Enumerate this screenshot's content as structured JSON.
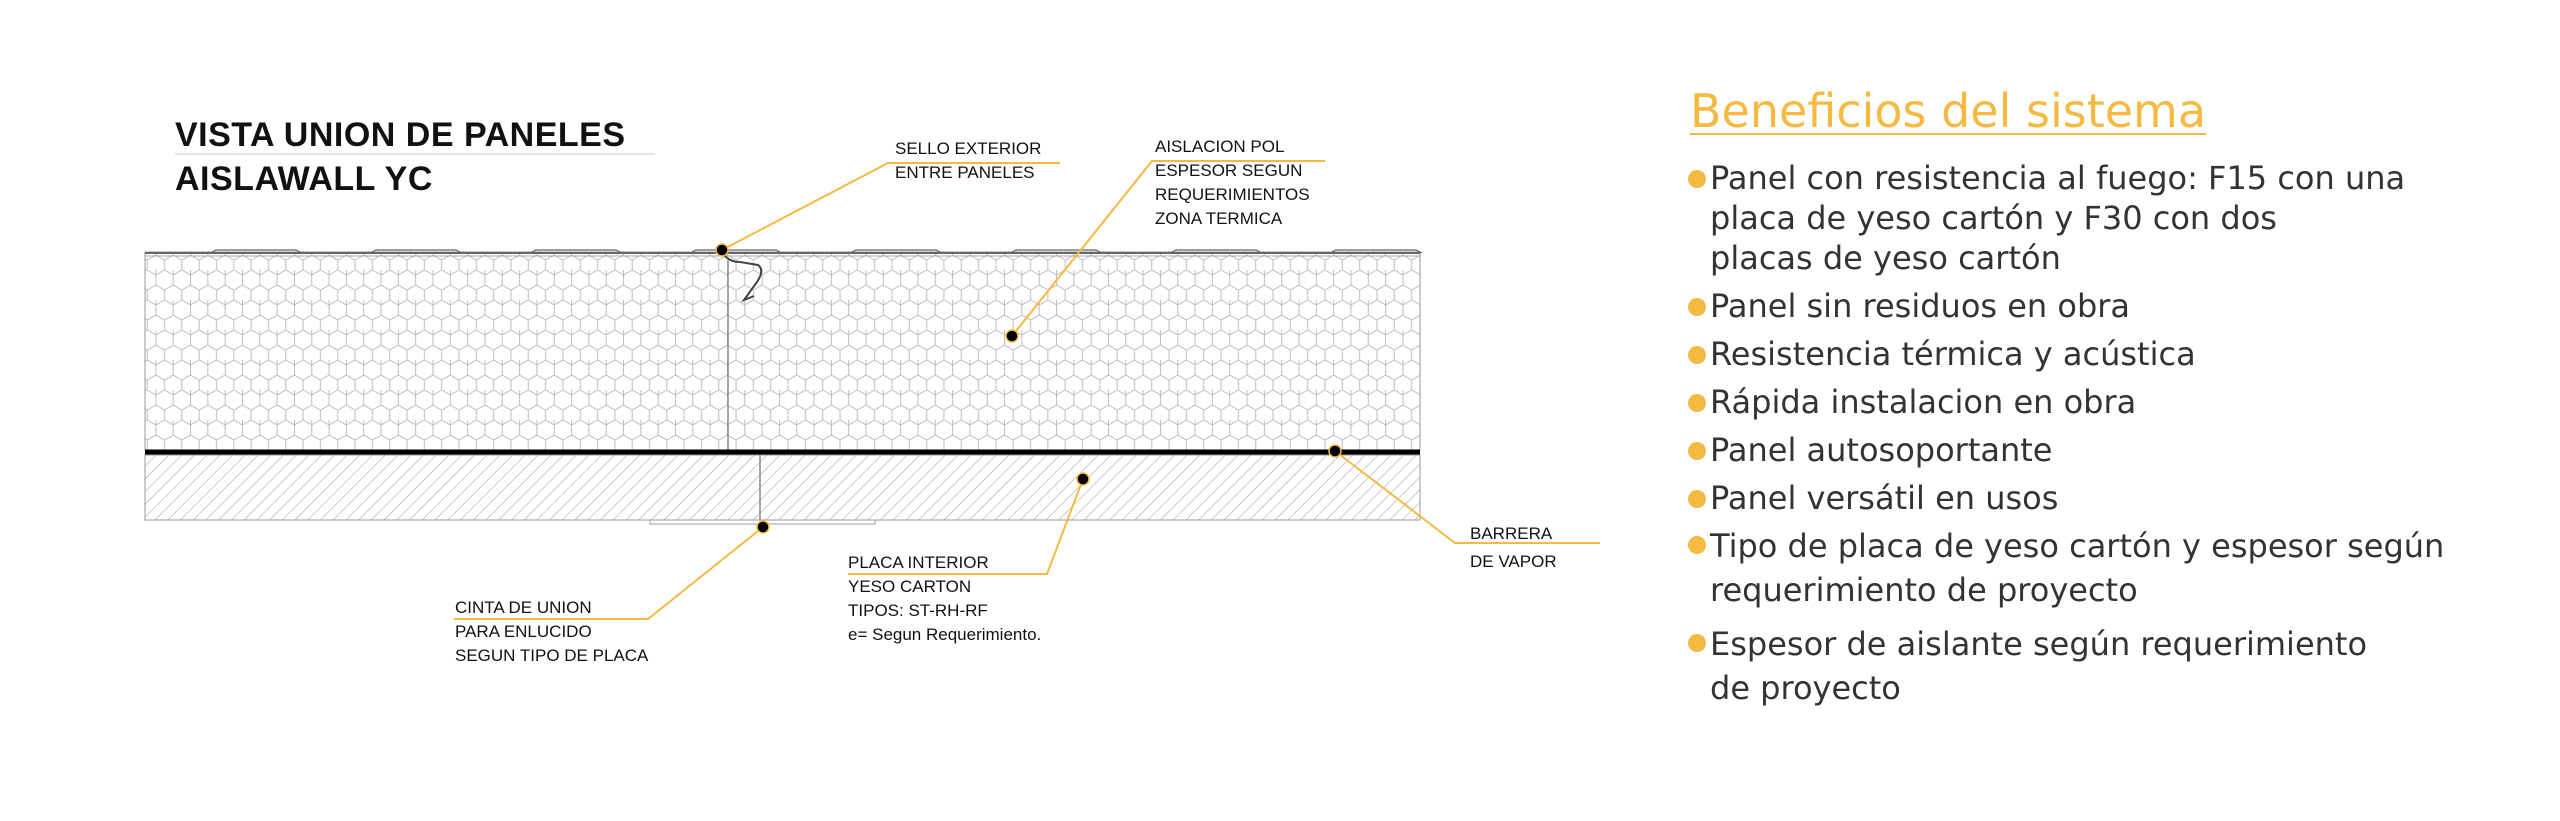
{
  "diagram": {
    "title_lines": [
      "VISTA UNION DE PANELES",
      "AISLAWALL YC"
    ],
    "labels": {
      "sello": [
        "SELLO EXTERIOR",
        "ENTRE PANELES"
      ],
      "aislacion": [
        "AISLACION POL",
        "ESPESOR SEGUN",
        "REQUERIMIENTOS",
        "ZONA TERMICA"
      ],
      "barrera": [
        "BARRERA",
        "DE VAPOR"
      ],
      "placa": [
        "PLACA INTERIOR",
        "YESO CARTON",
        "TIPOS: ST-RH-RF",
        "e= Segun Requerimiento."
      ],
      "cinta": [
        "CINTA DE UNION",
        "PARA ENLUCIDO",
        "SEGUN TIPO DE PLACA"
      ]
    }
  },
  "benefits": {
    "title": "Beneficios del sistema",
    "items": [
      [
        "Panel con resistencia al fuego: F15 con una",
        "placa de yeso cartón y F30 con dos",
        "placas de yeso cartón"
      ],
      [
        "Panel sin residuos en obra"
      ],
      [
        "Resistencia térmica y acústica"
      ],
      [
        "Rápida instalacion en obra"
      ],
      [
        "Panel autosoportante"
      ],
      [
        "Panel versátil en usos"
      ],
      [
        "Tipo de placa de yeso cartón y espesor según",
        "requerimiento de proyecto"
      ],
      [
        "Espesor de aislante según requerimiento",
        "de proyecto"
      ]
    ]
  },
  "colors": {
    "accent": "#f6b942",
    "text": "#333333",
    "drawing_ink": "#111111"
  }
}
